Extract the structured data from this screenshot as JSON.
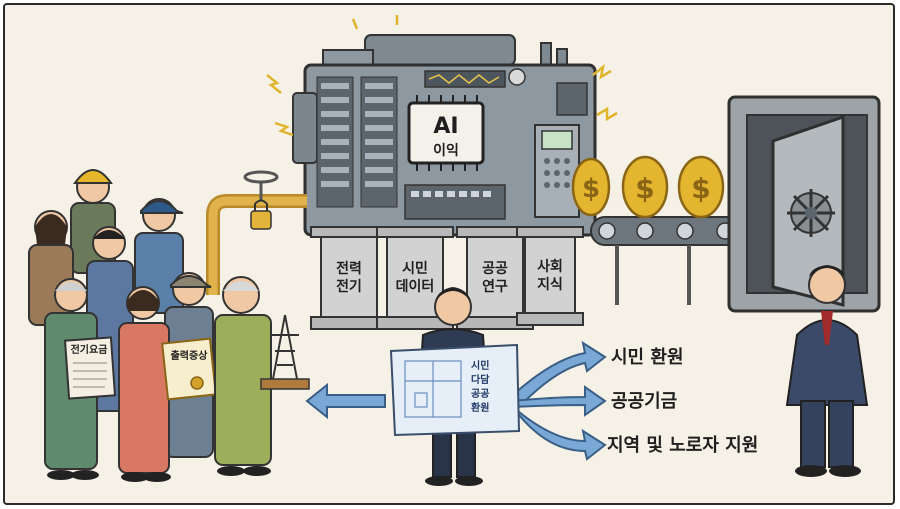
{
  "machine": {
    "chip_title": "AI",
    "chip_sub": "이익"
  },
  "pillars": [
    {
      "line1": "전력",
      "line2": "전기"
    },
    {
      "line1": "시민",
      "line2": "데이터"
    },
    {
      "line1": "공공",
      "line2": "연구"
    },
    {
      "line1": "사회",
      "line2": "지식"
    }
  ],
  "blueprint": [
    "시민",
    "다담",
    "공공",
    "환원"
  ],
  "arrow_labels": [
    "시민 환원",
    "공공기금",
    "지역 및 노로자 지원"
  ],
  "signs": {
    "left": "전기요금",
    "right": "출력증상"
  },
  "colors": {
    "background": "#f6f1e6",
    "machine": "#8e98a1",
    "coin": "#e4b52f",
    "arrow": "#7aa8d6",
    "vault": "#9ea3a8"
  }
}
